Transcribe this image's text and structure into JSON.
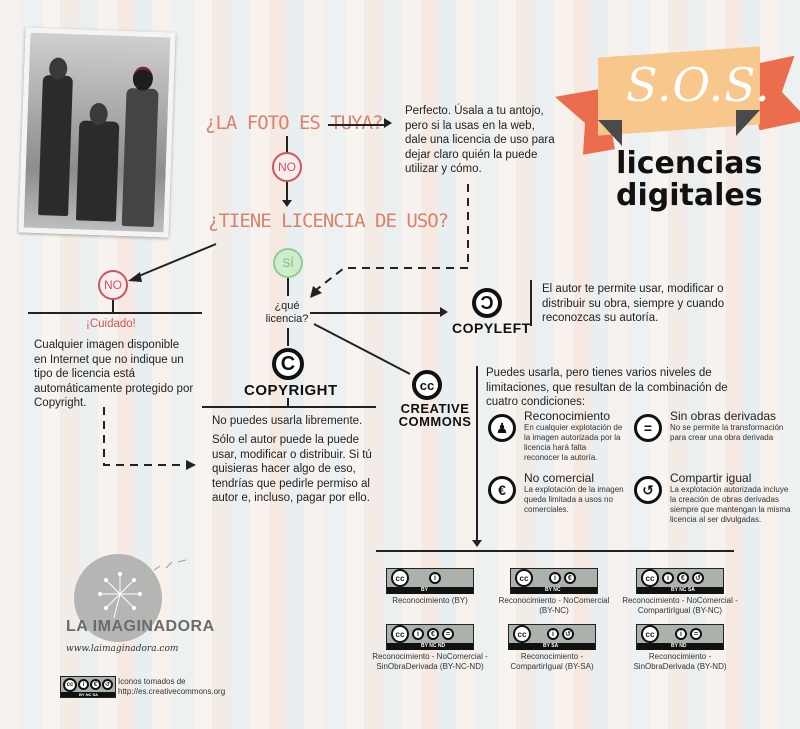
{
  "header": {
    "sos": "S.O.S.",
    "title_line1": "licencias",
    "title_line2": "digitales",
    "colors": {
      "ribbon": "#f8c78b",
      "ribbon_tails": "#ec6c4e",
      "fold": "#4a4a4a"
    }
  },
  "flow": {
    "q1": "¿LA FOTO ES TUYA?",
    "q1_yes_text": "Perfecto. Úsala a tu antojo, pero si la usas en la web, dale una licencia de uso para dejar claro quién la puede utilizar y cómo.",
    "no1": "NO",
    "q2": "¿TIENE LICENCIA DE USO?",
    "no2": "NO",
    "si": "SÍ",
    "warning_title": "¡Cuidado!",
    "warning_text": "Cualquier imagen disponible en Internet que no indique un tipo de licencia está automáticamente protegido por Copyright.",
    "which_license": "¿qué licencia?",
    "colors": {
      "question": "#d9826c",
      "no": "#d0545a",
      "si": "#7cc07c"
    }
  },
  "copyright": {
    "symbol": "C",
    "label": "COPYRIGHT",
    "line1": "No puedes usarla libremente.",
    "line2": "Sólo el autor puede la puede usar, modificar o distribuir. Si tú quisieras hacer algo de eso, tendrías que pedirle permiso al autor e, incluso, pagar por ello."
  },
  "copyleft": {
    "symbol": "Ɔ",
    "label": "COPYLEFT",
    "text": "El autor te permite usar, modificar o distribuir su obra, siempre y cuando reconozcas su autoría."
  },
  "creative_commons": {
    "symbol": "cc",
    "label_line1": "CREATIVE",
    "label_line2": "COMMONS",
    "intro": "Puedes usarla, pero tienes varios niveles de limitaciones, que resultan de la combinación de cuatro condiciones:",
    "conditions": [
      {
        "icon": "attribution-icon",
        "glyph": "♟",
        "title": "Reconocimiento",
        "text": "En cualquier explotación de la imagen autorizada por la licencia hará falta reconocer la autoría."
      },
      {
        "icon": "no-derivatives-icon",
        "glyph": "=",
        "title": "Sin obras derivadas",
        "text": "No se permite la transformación para crear una obra derivada"
      },
      {
        "icon": "non-commercial-icon",
        "glyph": "€",
        "title": "No comercial",
        "text": "La explotación de la imagen queda limitada a usos no comerciales."
      },
      {
        "icon": "share-alike-icon",
        "glyph": "↺",
        "title": "Compartir igual",
        "text": "La explotación autorizada incluye la creación de obras derivadas siempre que mantengan la misma licencia al ser divulgadas."
      }
    ],
    "licenses": [
      {
        "codes": "BY",
        "caption": "Reconocimiento (BY)"
      },
      {
        "codes": "BY NC",
        "caption": "Reconocimiento - NoComercial (BY-NC)"
      },
      {
        "codes": "BY NC SA",
        "caption": "Reconocimiento - NoComercial - CompartirIgual (BY-NC)"
      },
      {
        "codes": "BY NC ND",
        "caption": "Reconocimiento - NoComercial - SinObraDerivada (BY-NC-ND)"
      },
      {
        "codes": "BY SA",
        "caption": "Reconocimiento - CompartirIgual (BY-SA)"
      },
      {
        "codes": "BY ND",
        "caption": "Reconocimiento - SinObraDerivada (BY-ND)"
      }
    ]
  },
  "footer": {
    "brand": "LA IMAGINADORA",
    "url": "www.laimaginadora.com",
    "credit_line1": "Iconos tomados de",
    "credit_line2": "http://es.creativecommons.org",
    "credit_badge": "BY NC SA"
  }
}
